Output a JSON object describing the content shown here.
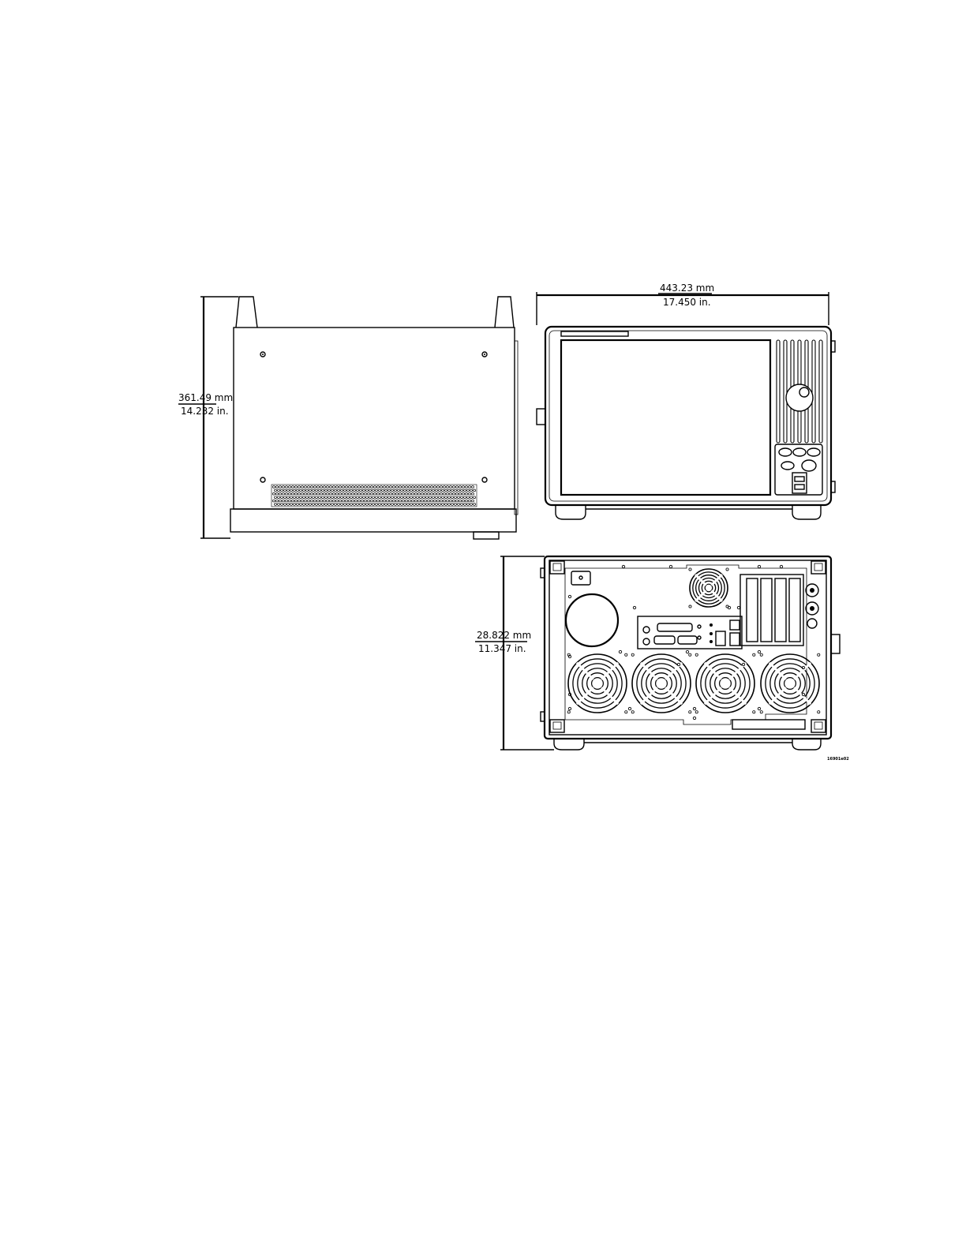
{
  "dimensions": {
    "height": {
      "mm": "361.49 mm",
      "in": "14.232 in."
    },
    "width": {
      "mm": "443.23 mm",
      "in": "17.450 in."
    },
    "depth": {
      "mm": "28.822 mm",
      "in": "11.347 in."
    }
  },
  "figure_id": "16901e02"
}
